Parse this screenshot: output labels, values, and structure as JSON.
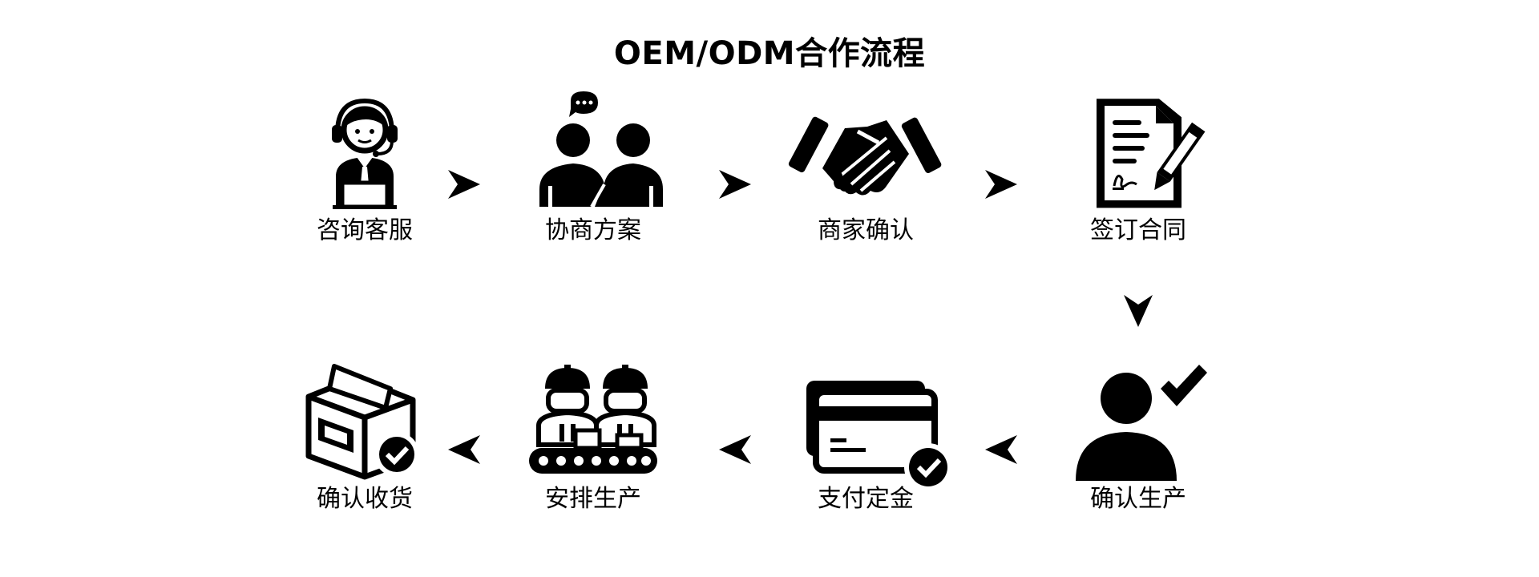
{
  "title": "OEM/ODM合作流程",
  "steps": [
    {
      "label": "咨询客服",
      "icon": "customer-service-headset-icon"
    },
    {
      "label": "协商方案",
      "icon": "two-people-discussion-icon"
    },
    {
      "label": "商家确认",
      "icon": "handshake-icon"
    },
    {
      "label": "签订合同",
      "icon": "contract-pen-icon"
    },
    {
      "label": "确认生产",
      "icon": "person-checkmark-icon"
    },
    {
      "label": "支付定金",
      "icon": "credit-card-check-icon"
    },
    {
      "label": "安排生产",
      "icon": "workers-conveyor-icon"
    },
    {
      "label": "确认收货",
      "icon": "box-check-icon"
    }
  ],
  "colors": {
    "foreground": "#000000",
    "background": "#ffffff"
  }
}
